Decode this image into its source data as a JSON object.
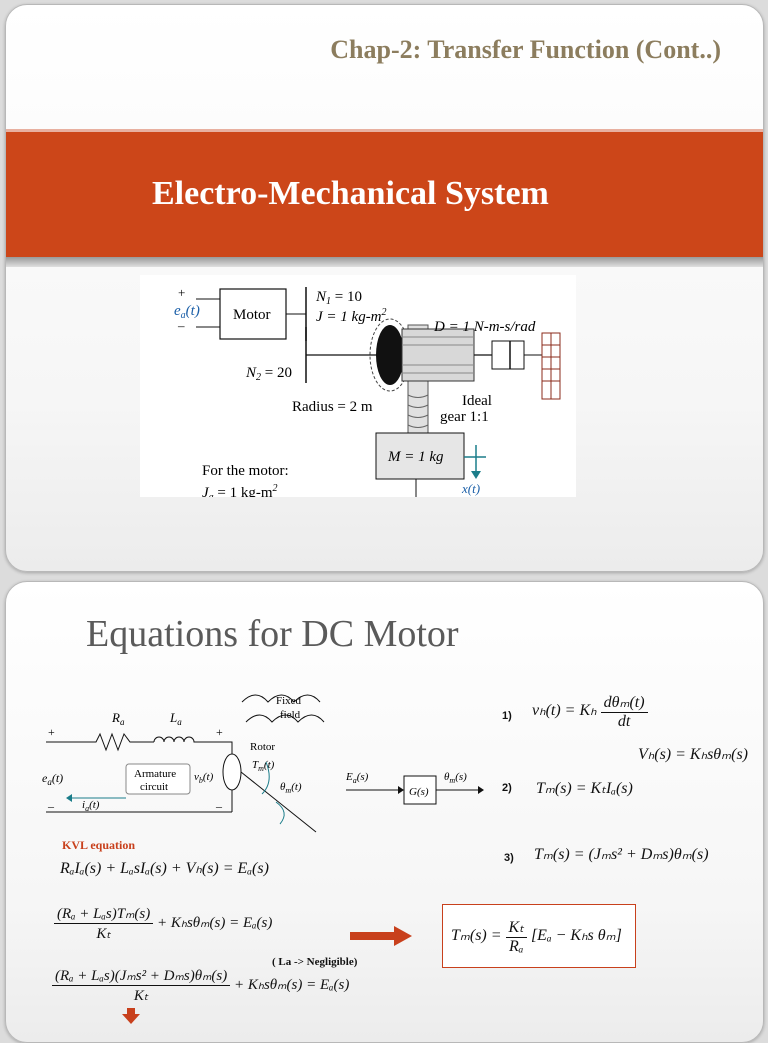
{
  "slide1": {
    "chapter_title": "Chap-2: Transfer Function (Cont..)",
    "band_title": "Electro-Mechanical System",
    "figure": {
      "plus": "+",
      "minus": "–",
      "input": "e",
      "input_sub": "a",
      "input_arg": "(t)",
      "motor_label": "Motor",
      "n1": "N",
      "n1_sub": "1",
      "n1_val": " = 10",
      "j_label": "J = 1 kg-m",
      "j_sup": "2",
      "d_label": "D = 1 N-m-s/rad",
      "n2": "N",
      "n2_sub": "2",
      "n2_val": " = 20",
      "radius": "Radius = 2 m",
      "ideal": "Ideal",
      "gear": "gear 1:1",
      "mass": "M = 1 kg",
      "x_label": "x(t)",
      "motor_note": "For the motor:",
      "ja_partial": "J",
      "ja_sub": "a",
      "ja_val": " = 1 kg-m",
      "ja_sup": "2"
    }
  },
  "slide2": {
    "title": "Equations for DC Motor",
    "circuit": {
      "ra": "R",
      "ra_sub": "a",
      "la": "L",
      "la_sub": "a",
      "fixed": "Fixed",
      "field": "field",
      "plus": "+",
      "minus": "–",
      "ea": "e",
      "ea_sub": "a",
      "ea_arg": "(t)",
      "armature": "Armature",
      "circuit_word": "circuit",
      "ia": "i",
      "ia_sub": "a",
      "ia_arg": "(t)",
      "vb": "v",
      "vb_sub": "b",
      "vb_arg": "(t)",
      "rotor": "Rotor",
      "tm": "T",
      "tm_sub": "m",
      "tm_arg": "(t)",
      "theta": "θ",
      "theta_sub": "m",
      "theta_arg": "(t)"
    },
    "block": {
      "in": "E",
      "in_sub": "a",
      "in_arg": "(s)",
      "gs": "G(s)",
      "out": "θ",
      "out_sub": "m",
      "out_arg": "(s)"
    },
    "kvl_label": "KVL equation",
    "kvl_eq": "RₐIₐ(s) + LₐsIₐ(s) + Vₕ(s) = Eₐ(s)",
    "eq1_num": "1)",
    "eq1": "vₕ(t) = Kₕ",
    "eq1_frac_n": "dθₘ(t)",
    "eq1_frac_d": "dt",
    "eq1b": "Vₕ(s) = Kₕsθₘ(s)",
    "eq2_num": "2)",
    "eq2": "Tₘ(s) = KₜIₐ(s)",
    "eq3_num": "3)",
    "eq3": "Tₘ(s) = (Jₘs² + Dₘs)θₘ(s)",
    "deriv1_n": "(Rₐ + Lₐs)Tₘ(s)",
    "deriv1_d": "Kₜ",
    "deriv1_rest": "+ Kₕsθₘ(s) = Eₐ(s)",
    "result_lhs": "Tₘ(s) =",
    "result_n": "Kₜ",
    "result_d": "Rₐ",
    "result_rest": "[Eₐ − Kₕs θₘ]",
    "negligible": "( La -> Negligible)",
    "deriv2_n": "(Rₐ + Lₐs)(Jₘs² + Dₘs)θₘ(s)",
    "deriv2_d": "Kₜ",
    "deriv2_rest": "+ Kₕsθₘ(s) = Eₐ(s)",
    "colors": {
      "band": "#cc4619",
      "accent": "#c8401c",
      "title": "#8c7d5e"
    }
  }
}
